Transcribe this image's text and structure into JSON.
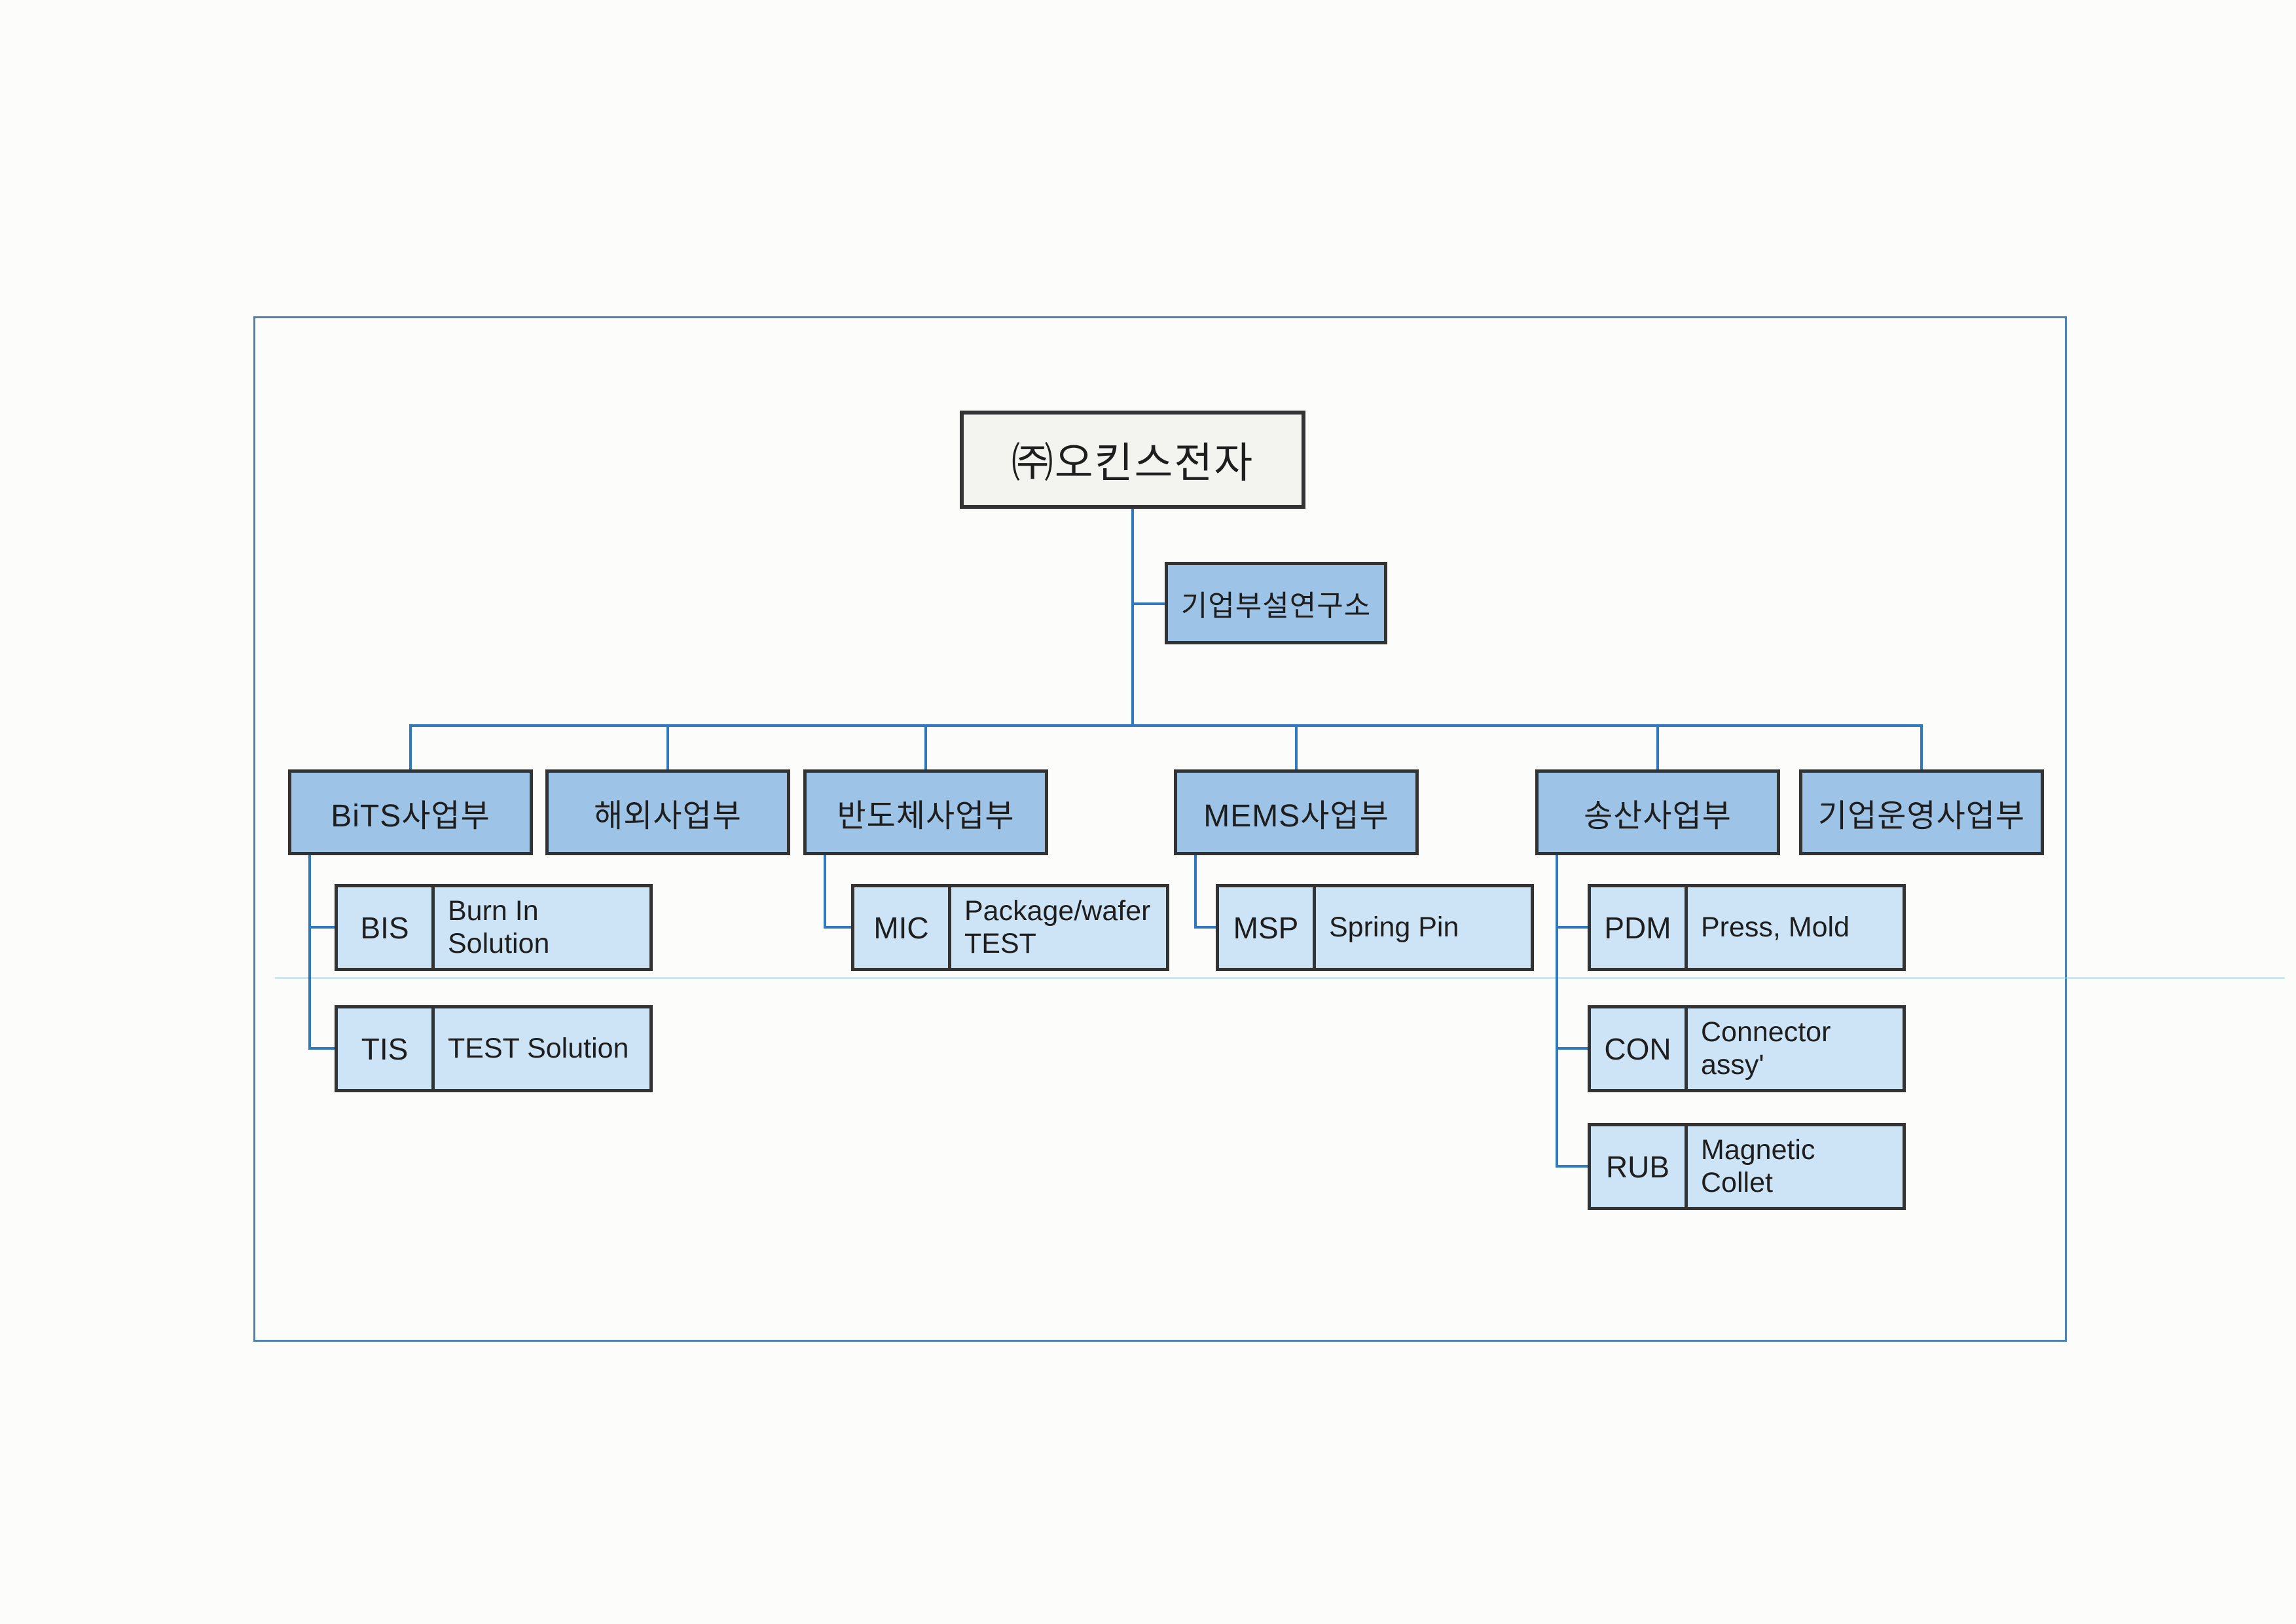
{
  "org": {
    "root": {
      "label": "㈜오킨스전자"
    },
    "research": {
      "label": "기업부설연구소"
    },
    "departments": [
      {
        "label": "BiTS사업부",
        "children": [
          {
            "code": "BIS",
            "desc": "Burn In Solution"
          },
          {
            "code": "TIS",
            "desc": "TEST Solution"
          }
        ]
      },
      {
        "label": "해외사업부",
        "children": []
      },
      {
        "label": "반도체사업부",
        "children": [
          {
            "code": "MIC",
            "desc": "Package/wafer TEST"
          }
        ]
      },
      {
        "label": "MEMS사업부",
        "children": [
          {
            "code": "MSP",
            "desc": "Spring Pin"
          }
        ]
      },
      {
        "label": "송산사업부",
        "children": [
          {
            "code": "PDM",
            "desc": "Press, Mold"
          },
          {
            "code": "CON",
            "desc": "Connector assy'"
          },
          {
            "code": "RUB",
            "desc": "Magnetic Collet"
          }
        ]
      },
      {
        "label": "기업운영사업부",
        "children": []
      }
    ]
  },
  "colors": {
    "page_background": "#fcfcfa",
    "outer_frame_border": "#4d82b2",
    "connector_line": "#2e7abc",
    "box_border": "#333333",
    "root_box_fill": "#f3f3ef",
    "department_box_fill": "#9dc3e6",
    "sub_box_fill": "#cde4f6",
    "text": "#1e1e1e",
    "scan_artifact_line": "#88ccdd"
  }
}
